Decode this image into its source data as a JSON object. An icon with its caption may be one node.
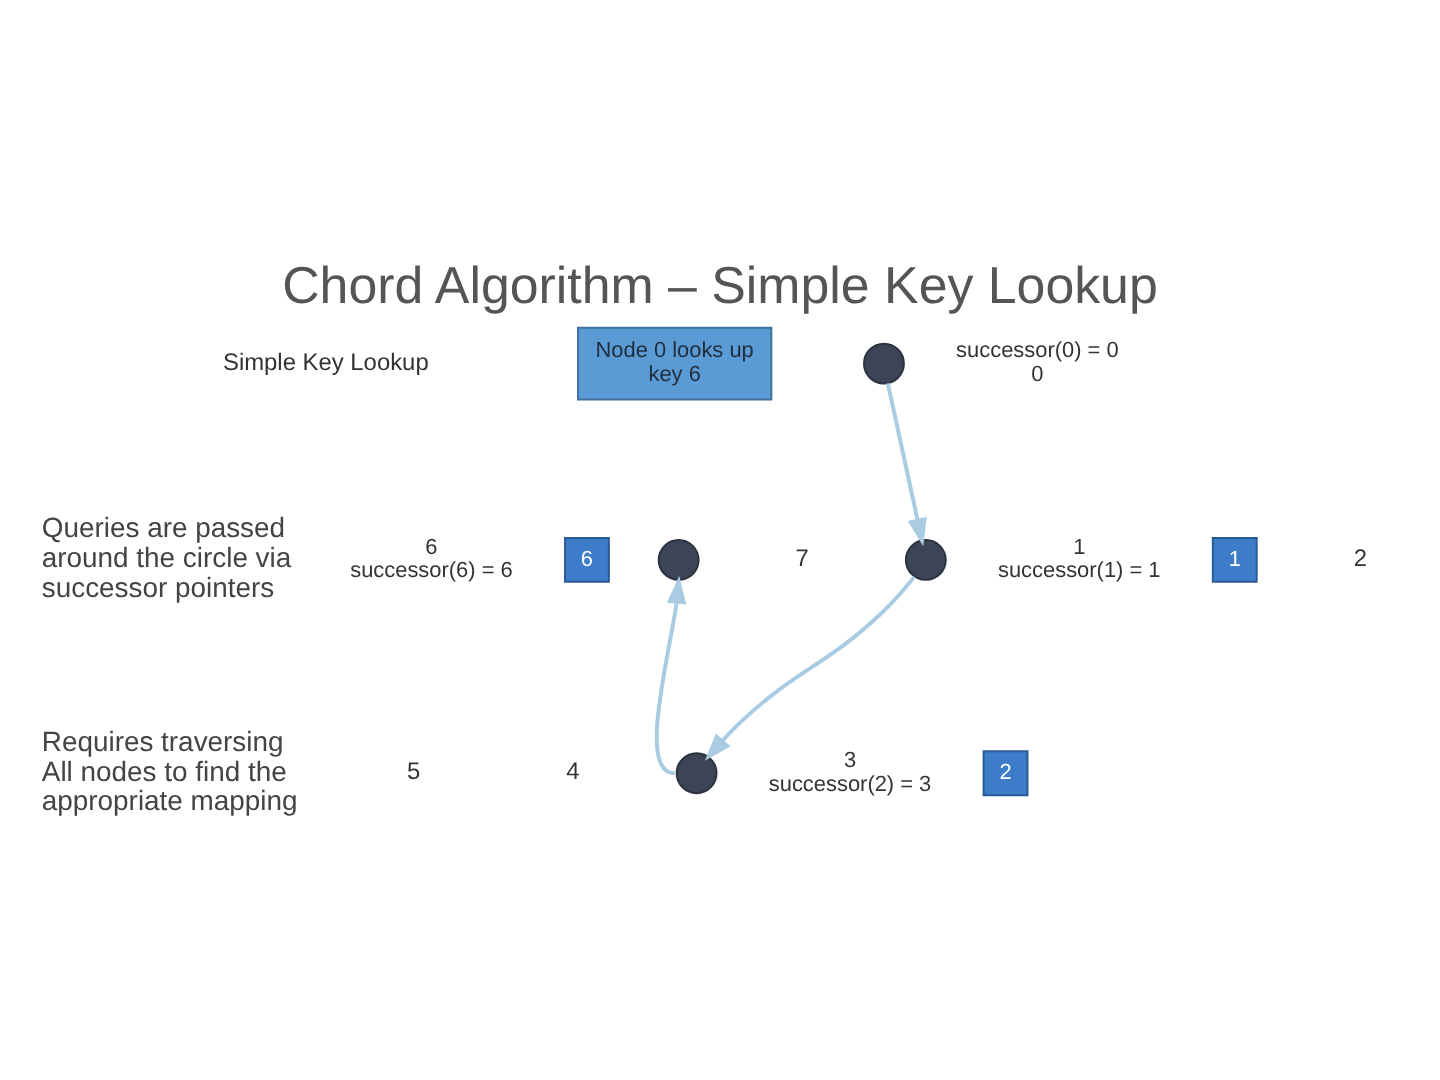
{
  "diagram": {
    "title": "Chord Algorithm – Simple Key Lookup",
    "nodes": [
      {
        "text": [
          "Node 0 looks up key 6"
        ]
      },
      {
        "text": [],
        "shape": "circle",
        "beside": [
          "successor(0) = 0",
          "0"
        ]
      },
      {
        "text": [
          "1"
        ]
      },
      {
        "text": [],
        "shape": "circle",
        "beside": [
          "1",
          "successor(1) = 1"
        ]
      },
      {
        "text": [
          "6"
        ]
      },
      {
        "text": [],
        "shape": "circle",
        "beside": [
          "6",
          "successor(6) = 6"
        ]
      },
      {
        "text": [],
        "shape": "circle",
        "beside": [
          "3",
          "successor(2) = 3"
        ]
      },
      {
        "text": [
          "2"
        ]
      }
    ],
    "edges": [
      {
        "from": 1,
        "to": 3,
        "arrow": "to"
      },
      {
        "from": 3,
        "to": 6,
        "arrow": "to"
      },
      {
        "from": 6,
        "to": 5,
        "arrow": "to"
      }
    ],
    "labels": [
      "Simple Key Lookup",
      "Queries are passed around the circle via successor pointers",
      "Requires traversing All nodes to find the appropriate mapping",
      "7",
      "2",
      "5",
      "4"
    ]
  }
}
